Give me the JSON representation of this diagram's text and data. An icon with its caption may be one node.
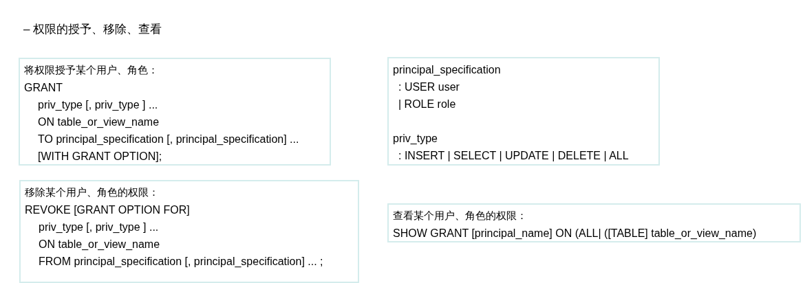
{
  "diagram": {
    "title": "– 权限的授予、移除、查看",
    "nodes": [
      {
        "text": [
          "将权限授予某个用户、角色：",
          "GRANT",
          "priv_type [, priv_type ] ...",
          "ON table_or_view_name",
          "TO principal_specification [, principal_specification] ...",
          "[WITH GRANT OPTION];"
        ]
      },
      {
        "text": [
          "principal_specification",
          ": USER user",
          "| ROLE role",
          "priv_type",
          ": INSERT | SELECT | UPDATE | DELETE | ALL"
        ]
      },
      {
        "text": [
          "移除某个用户、角色的权限：",
          "REVOKE [GRANT OPTION FOR]",
          "priv_type [, priv_type ] ...",
          "ON table_or_view_name",
          "FROM principal_specification [, principal_specification] ... ;"
        ]
      },
      {
        "text": [
          "查看某个用户、角色的权限：",
          "SHOW GRANT [principal_name] ON (ALL| ([TABLE] table_or_view_name)"
        ]
      }
    ]
  }
}
